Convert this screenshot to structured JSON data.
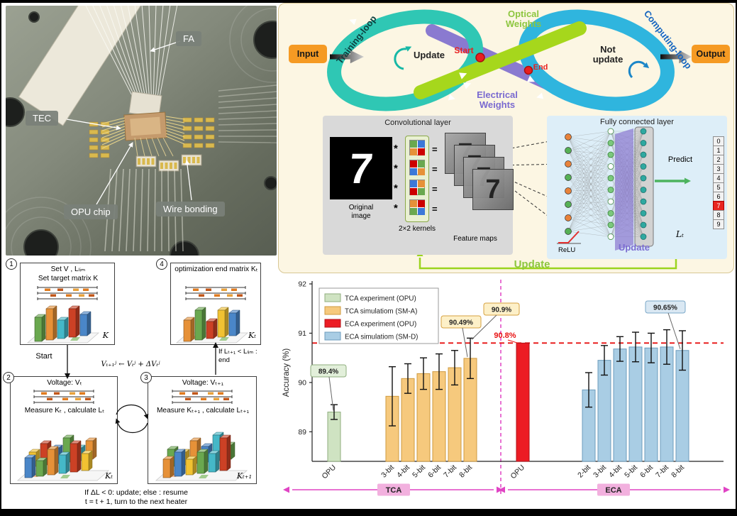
{
  "device_photo": {
    "labels": {
      "fa": "FA",
      "tec": "TEC",
      "opu_chip": "OPU chip",
      "wire_bonding": "Wire bonding"
    }
  },
  "loop_diagram": {
    "input": "Input",
    "output": "Output",
    "training_loop": "Training-loop",
    "computing_loop": "Computing-loop",
    "optical_weights_1": "Optical",
    "optical_weights_2": "Weights",
    "electrical_weights_1": "Electrical",
    "electrical_weights_2": "Weights",
    "update": "Update",
    "not_update_1": "Not",
    "not_update_2": "update",
    "start": "Start",
    "end": "End"
  },
  "cnn_diagram": {
    "conv_title": "Convolutional layer",
    "fc_title": "Fully connected layer",
    "original_image": "Original image",
    "kernels_label": "2×2 kernels",
    "feature_maps": "Feature maps",
    "digit": "7",
    "star": "*",
    "equals": "=",
    "relu": "ReLU",
    "update_purple": "Update",
    "update_green": "Update",
    "predict": "Predict",
    "lt": "Lₜ",
    "classes": [
      "0",
      "1",
      "2",
      "3",
      "4",
      "5",
      "6",
      "7",
      "8",
      "9"
    ],
    "predicted_class": "7"
  },
  "flowchart": {
    "step_numbers": [
      "1",
      "2",
      "3",
      "4"
    ],
    "box1_line1": "Set V , Lₗᵢₘ",
    "box1_line2": "Set target matrix K",
    "box1_matrix_label": "K",
    "box4_line1": "optimization end matrix Kₜ",
    "box4_matrix_label": "Kₜ",
    "start": "Start",
    "box2_line1": "Voltage: Vₜ",
    "box2_line2": "Measure Kₜ , calculate Lₜ",
    "box2_matrix_label": "Kₜ",
    "box3_line1": "Voltage: Vₜ₊₁",
    "box3_line2": "Measure Kₜ₊₁ , calculate Lₜ₊₁",
    "box3_matrix_label": "Kₜ₊₁",
    "update_formula": "Vₜ₊₁ʲ ← Vₜʲ + ΔVₜʲ",
    "end_condition_1": "If Lₜ₊₁ < Lₗᵢₘ :",
    "end_condition_2": "end",
    "bottom_note_1": "If ΔL < 0: update; else : resume",
    "bottom_note_2": "t = t + 1, turn to the next heater"
  },
  "chart_data": {
    "type": "bar",
    "ylabel": "Accuracy (%)",
    "ylim": [
      88.4,
      92
    ],
    "yticks": [
      89,
      90,
      91,
      92
    ],
    "reference_line": {
      "value": 90.8,
      "color": "#e81010",
      "style": "dashed"
    },
    "legend": [
      {
        "label": "TCA experiment (OPU)",
        "fill": "#cfe3c2",
        "stroke": "#8fae7e"
      },
      {
        "label": "TCA simulatiom (SM-A)",
        "fill": "#f6c97d",
        "stroke": "#cf9a3f"
      },
      {
        "label": "ECA experiment (OPU)",
        "fill": "#ec1c24",
        "stroke": "#b01218"
      },
      {
        "label": "ECA simulatiom (SM-D)",
        "fill": "#a9cde4",
        "stroke": "#6d9cbc"
      }
    ],
    "groups": [
      {
        "name": "TCA",
        "bars": [
          {
            "label": "OPU",
            "value": 89.4,
            "err": 0.15,
            "series": 0
          },
          {
            "label": "3-bit",
            "value": 89.72,
            "err": 0.6,
            "series": 1
          },
          {
            "label": "4-bit",
            "value": 90.08,
            "err": 0.3,
            "series": 1
          },
          {
            "label": "5-bit",
            "value": 90.18,
            "err": 0.32,
            "series": 1
          },
          {
            "label": "6-bit",
            "value": 90.22,
            "err": 0.36,
            "series": 1
          },
          {
            "label": "7-bit",
            "value": 90.3,
            "err": 0.35,
            "series": 1
          },
          {
            "label": "8-bit",
            "value": 90.49,
            "err": 0.41,
            "series": 1
          }
        ]
      },
      {
        "name": "ECA",
        "bars": [
          {
            "label": "OPU",
            "value": 90.8,
            "err": 0,
            "series": 2
          },
          {
            "label": "2-bit",
            "value": 89.85,
            "err": 0.35,
            "series": 3
          },
          {
            "label": "3-bit",
            "value": 90.45,
            "err": 0.3,
            "series": 3
          },
          {
            "label": "4-bit",
            "value": 90.68,
            "err": 0.25,
            "series": 3
          },
          {
            "label": "5-bit",
            "value": 90.72,
            "err": 0.3,
            "series": 3
          },
          {
            "label": "6-bit",
            "value": 90.7,
            "err": 0.3,
            "series": 3
          },
          {
            "label": "7-bit",
            "value": 90.72,
            "err": 0.35,
            "series": 3
          },
          {
            "label": "8-bit",
            "value": 90.65,
            "err": 0.4,
            "series": 3
          }
        ]
      }
    ],
    "annotations": [
      {
        "text": "89.4%",
        "style": "box-green",
        "target": "TCA OPU"
      },
      {
        "text": "90.49%",
        "style": "box-orange",
        "target": "TCA 8-bit"
      },
      {
        "text": "90.9%",
        "style": "box-orange",
        "target": "TCA 8-bit upper error"
      },
      {
        "text": "90.8%",
        "style": "text-red",
        "target": "ECA OPU"
      },
      {
        "text": "90.65%",
        "style": "box-blue",
        "target": "ECA 8-bit"
      }
    ],
    "group_labels": [
      "TCA",
      "ECA"
    ]
  }
}
